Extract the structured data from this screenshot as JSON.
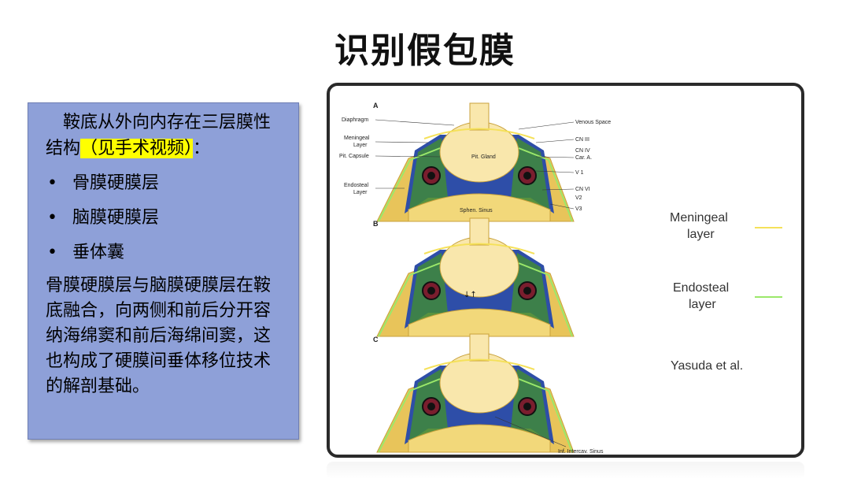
{
  "slide": {
    "title": "识别假包膜"
  },
  "text_box": {
    "intro_before": "鞍底从外向内存在三层膜性结构",
    "intro_highlight": "（见手术视频）",
    "intro_after": "：",
    "bullets": [
      "骨膜硬膜层",
      "脑膜硬膜层",
      "垂体囊"
    ],
    "body": "骨膜硬膜层与脑膜硬膜层在鞍底融合，向两侧和前后分开容纳海绵窦和前后海绵间窦，这也构成了硬膜间垂体移位技术的解剖基础。"
  },
  "figure": {
    "panels": [
      "A",
      "B",
      "C"
    ],
    "labels_left": [
      "Diaphragm",
      "Meningeal",
      "Layer",
      "Pit. Capsule",
      "Endosteal",
      "Layer"
    ],
    "labels_right": [
      "Venous Space",
      "CN III",
      "CN IV",
      "Car. A.",
      "V 1",
      "CN VI",
      "V2",
      "V3"
    ],
    "label_gland": "Pit. Gland",
    "label_sinus": "Sphen. Sinus",
    "label_intercav": "Inf. Intercav. Sinus",
    "legend": {
      "meningeal_1": "Meningeal",
      "meningeal_2": "layer",
      "endosteal_1": "Endosteal",
      "endosteal_2": "layer",
      "citation": "Yasuda et al."
    },
    "colors": {
      "meningeal": "#f5e15a",
      "endosteal": "#9be86a",
      "dura": "#2e4ea8",
      "bone": "#e8c45a",
      "gland": "#f9e7ac",
      "artery": "#7a1e2e"
    }
  }
}
